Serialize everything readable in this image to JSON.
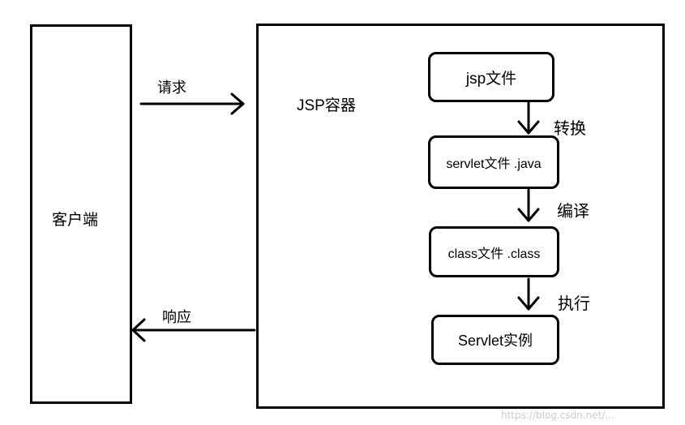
{
  "diagram": {
    "client_label": "客户端",
    "container_label": "JSP容器",
    "request_label": "请求",
    "response_label": "响应",
    "nodes": {
      "jsp_file": "jsp文件",
      "servlet_file": "servlet文件 .java",
      "class_file": "class文件 .class",
      "servlet_instance": "Servlet实例"
    },
    "steps": {
      "convert": "转换",
      "compile": "编译",
      "execute": "执行"
    }
  },
  "watermark": {
    "line1": "https://blog.csdn.net/..."
  }
}
